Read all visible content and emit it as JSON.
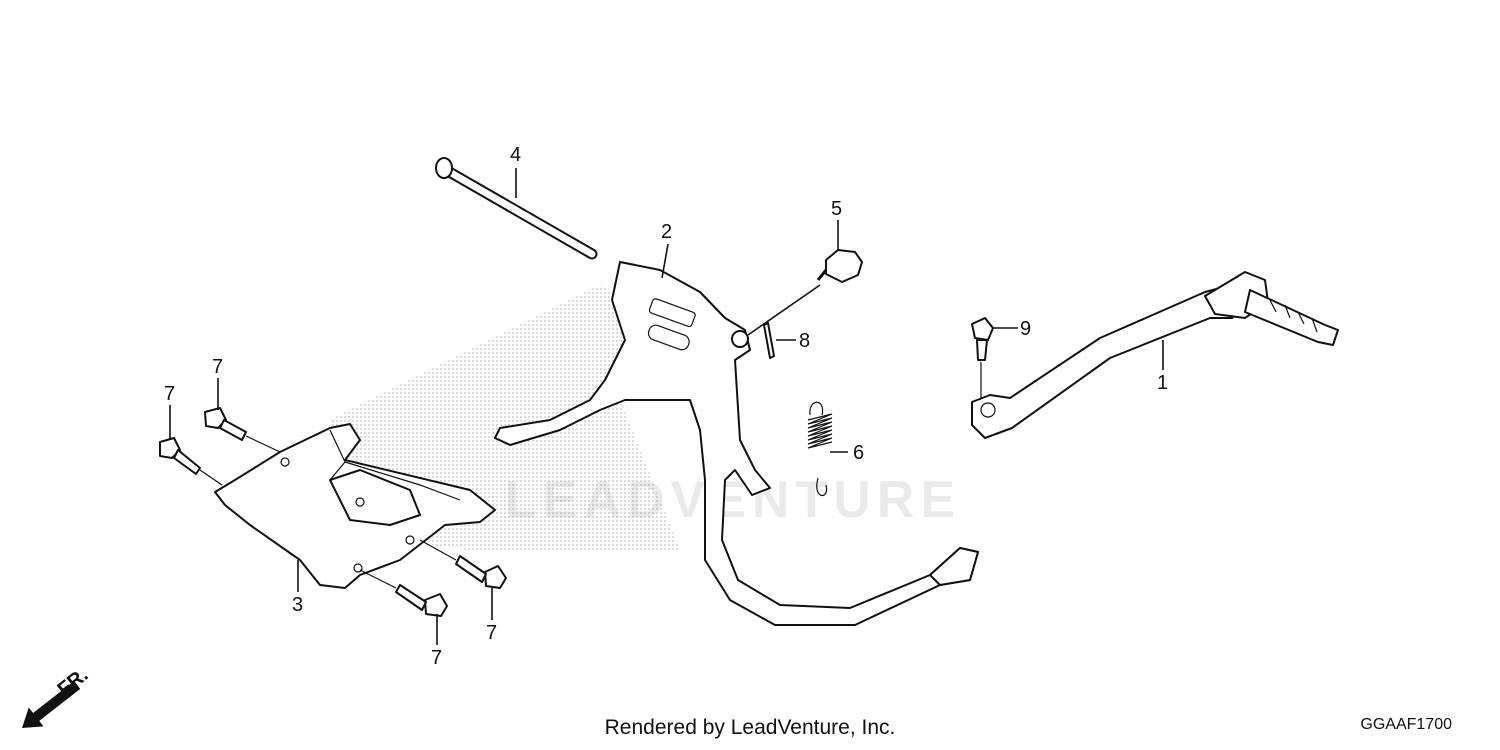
{
  "diagram": {
    "callouts": [
      {
        "id": "c1",
        "label": "1"
      },
      {
        "id": "c2",
        "label": "2"
      },
      {
        "id": "c3",
        "label": "3"
      },
      {
        "id": "c4",
        "label": "4"
      },
      {
        "id": "c5",
        "label": "5"
      },
      {
        "id": "c6",
        "label": "6"
      },
      {
        "id": "c7a",
        "label": "7"
      },
      {
        "id": "c7b",
        "label": "7"
      },
      {
        "id": "c7c",
        "label": "7"
      },
      {
        "id": "c7d",
        "label": "7"
      },
      {
        "id": "c8",
        "label": "8"
      },
      {
        "id": "c9",
        "label": "9"
      }
    ],
    "front_marker": "FR.",
    "watermark": "LEADVENTURE"
  },
  "footer": {
    "credit": "Rendered by LeadVenture, Inc.",
    "diagram_code": "GGAAF1700"
  }
}
